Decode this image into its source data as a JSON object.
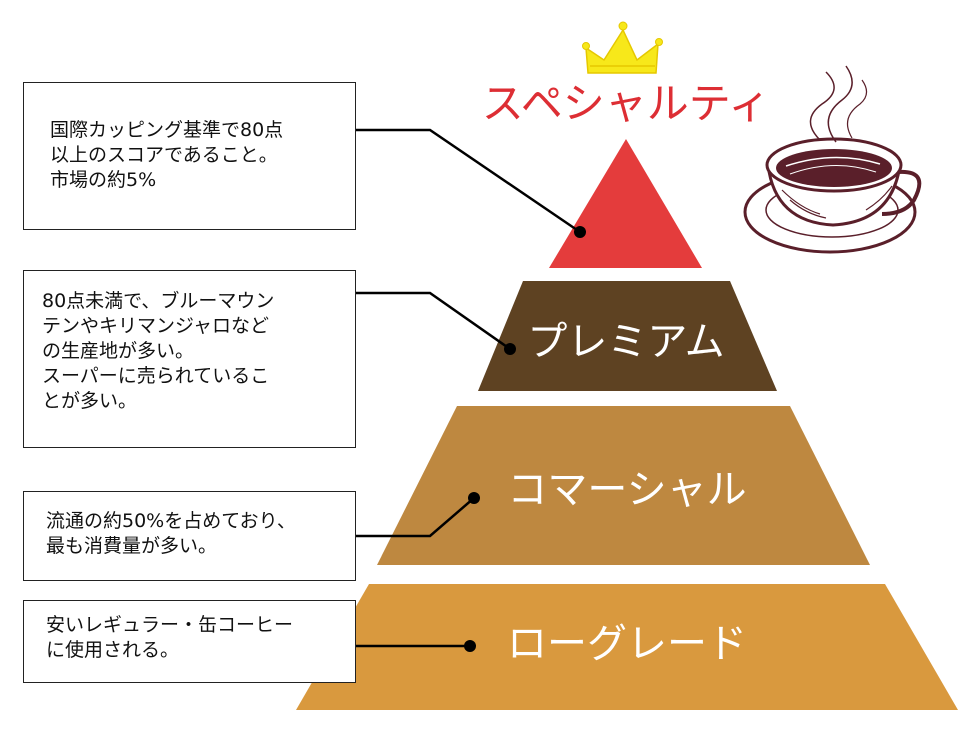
{
  "colors": {
    "specialty": "#e43c3c",
    "premium": "#5e4222",
    "commercial": "#be8840",
    "lowgrade": "#d9993e",
    "specialty_title": "#dd2e34",
    "crown": "#f7e81a",
    "cup": "#5a1f2a"
  },
  "tiers": [
    {
      "id": "specialty",
      "label": "スペシャルティ",
      "description": "国際カッピング基準で80点\n以上のスコアであること。\n市場の約5%"
    },
    {
      "id": "premium",
      "label": "プレミアム",
      "description": "80点未満で、ブルーマウン\nテンやキリマンジャロなど\nの生産地が多い。\nスーパーに売られているこ\nとが多い。"
    },
    {
      "id": "commercial",
      "label": "コマーシャル",
      "description": "流通の約50%を占めており、\n最も消費量が多い。"
    },
    {
      "id": "lowgrade",
      "label": "ローグレード",
      "description": "安いレギュラー・缶コーヒー\nに使用される。"
    }
  ],
  "decorations": {
    "crown_icon": "crown-icon",
    "coffee_icon": "coffee-cup-icon"
  }
}
